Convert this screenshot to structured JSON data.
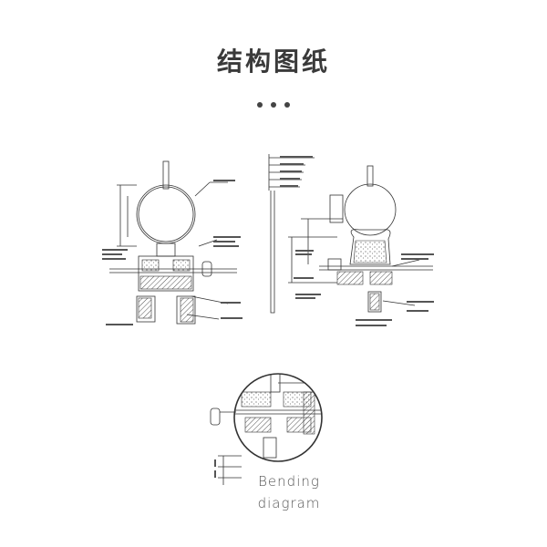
{
  "header": {
    "title": "结构图纸",
    "dots": 3
  },
  "caption": {
    "line1": "Bending",
    "line2": "diagram"
  },
  "colors": {
    "ink": "#333333",
    "title": "#3a3a3a",
    "hatch": "#555555"
  }
}
